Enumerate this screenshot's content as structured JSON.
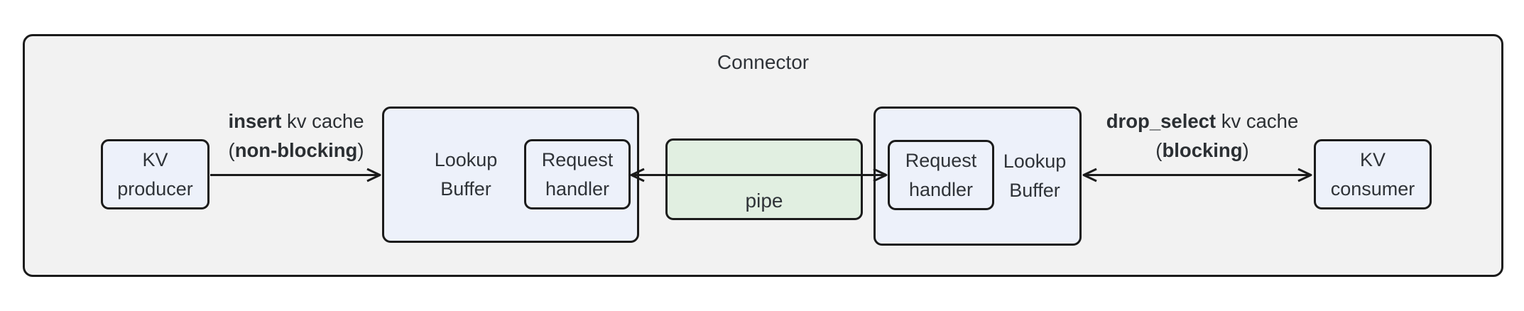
{
  "colors": {
    "container_bg": "#f2f2f2",
    "node_bg": "#edf1fa",
    "pipe_bg": "#e1efe1",
    "border": "#1b1b1b",
    "text": "#2f3338"
  },
  "connector": {
    "title": "Connector"
  },
  "nodes": {
    "kv_producer": {
      "line1": "KV",
      "line2": "producer"
    },
    "lookup_buffer_left": {
      "line1": "Lookup",
      "line2": "Buffer"
    },
    "request_handler_left": {
      "line1": "Request",
      "line2": "handler"
    },
    "pipe": {
      "label": "pipe"
    },
    "request_handler_right": {
      "line1": "Request",
      "line2": "handler"
    },
    "lookup_buffer_right": {
      "line1": "Lookup",
      "line2": "Buffer"
    },
    "kv_consumer": {
      "line1": "KV",
      "line2": "consumer"
    }
  },
  "arrows": {
    "insert": {
      "bold1": "insert",
      "rest1": " kv cache",
      "pre2": "(",
      "bold2": "non-blocking",
      "post2": ")",
      "direction": "right"
    },
    "pipe_link": {
      "direction": "both"
    },
    "drop_select": {
      "bold1": "drop_select",
      "rest1": " kv cache",
      "pre2": "(",
      "bold2": "blocking",
      "post2": ")",
      "direction": "both"
    }
  }
}
